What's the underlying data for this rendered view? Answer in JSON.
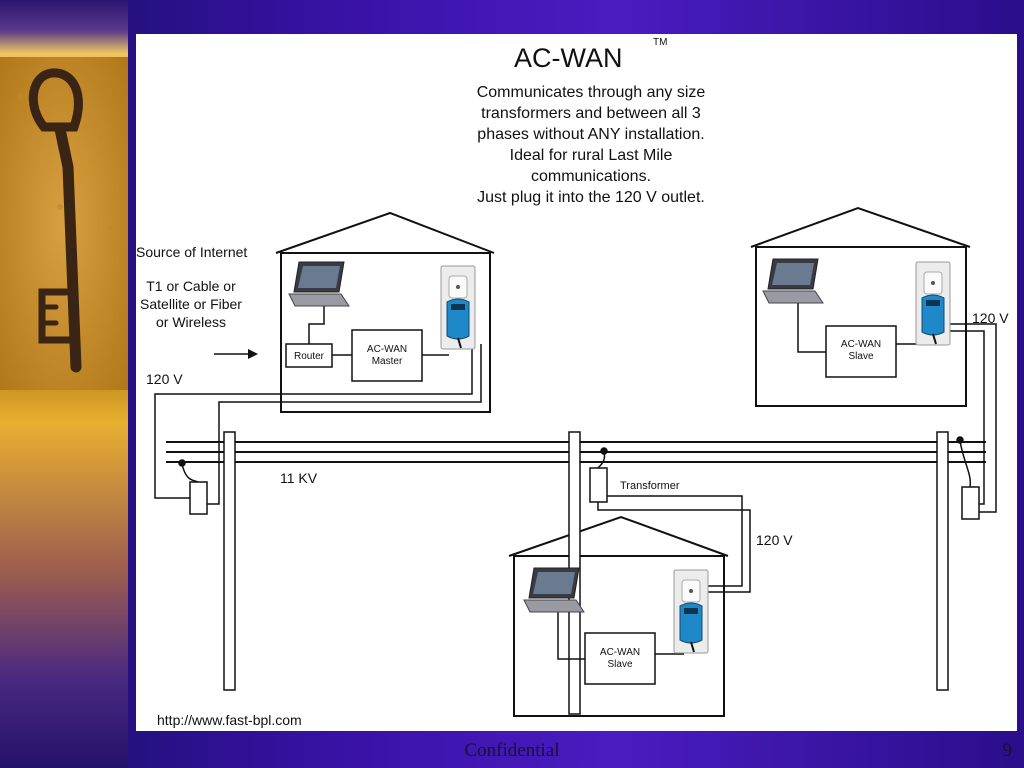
{
  "title": "AC-WAN",
  "trademark": "TM",
  "description": [
    "Communicates through any size",
    "transformers and between all 3",
    "phases without ANY installation.",
    "Ideal for rural Last Mile",
    "communications.",
    "Just plug it into the 120 V outlet."
  ],
  "source_label": "Source of Internet",
  "source_types": [
    "T1 or Cable or",
    "Satellite or Fiber",
    "or Wireless"
  ],
  "router_label": "Router",
  "master_label": [
    "AC-WAN",
    "Master"
  ],
  "slave_label": [
    "AC-WAN",
    "Slave"
  ],
  "voltage_label": "120 V",
  "line_voltage_label": "11 KV",
  "transformer_label": "Transformer",
  "url": "http://www.fast-bpl.com",
  "footer": {
    "confidential": "Confidential",
    "page_number": "9"
  },
  "colors": {
    "background": "#3a12a8",
    "accent": "#e8a020",
    "device_blue": "#1e88c8"
  }
}
